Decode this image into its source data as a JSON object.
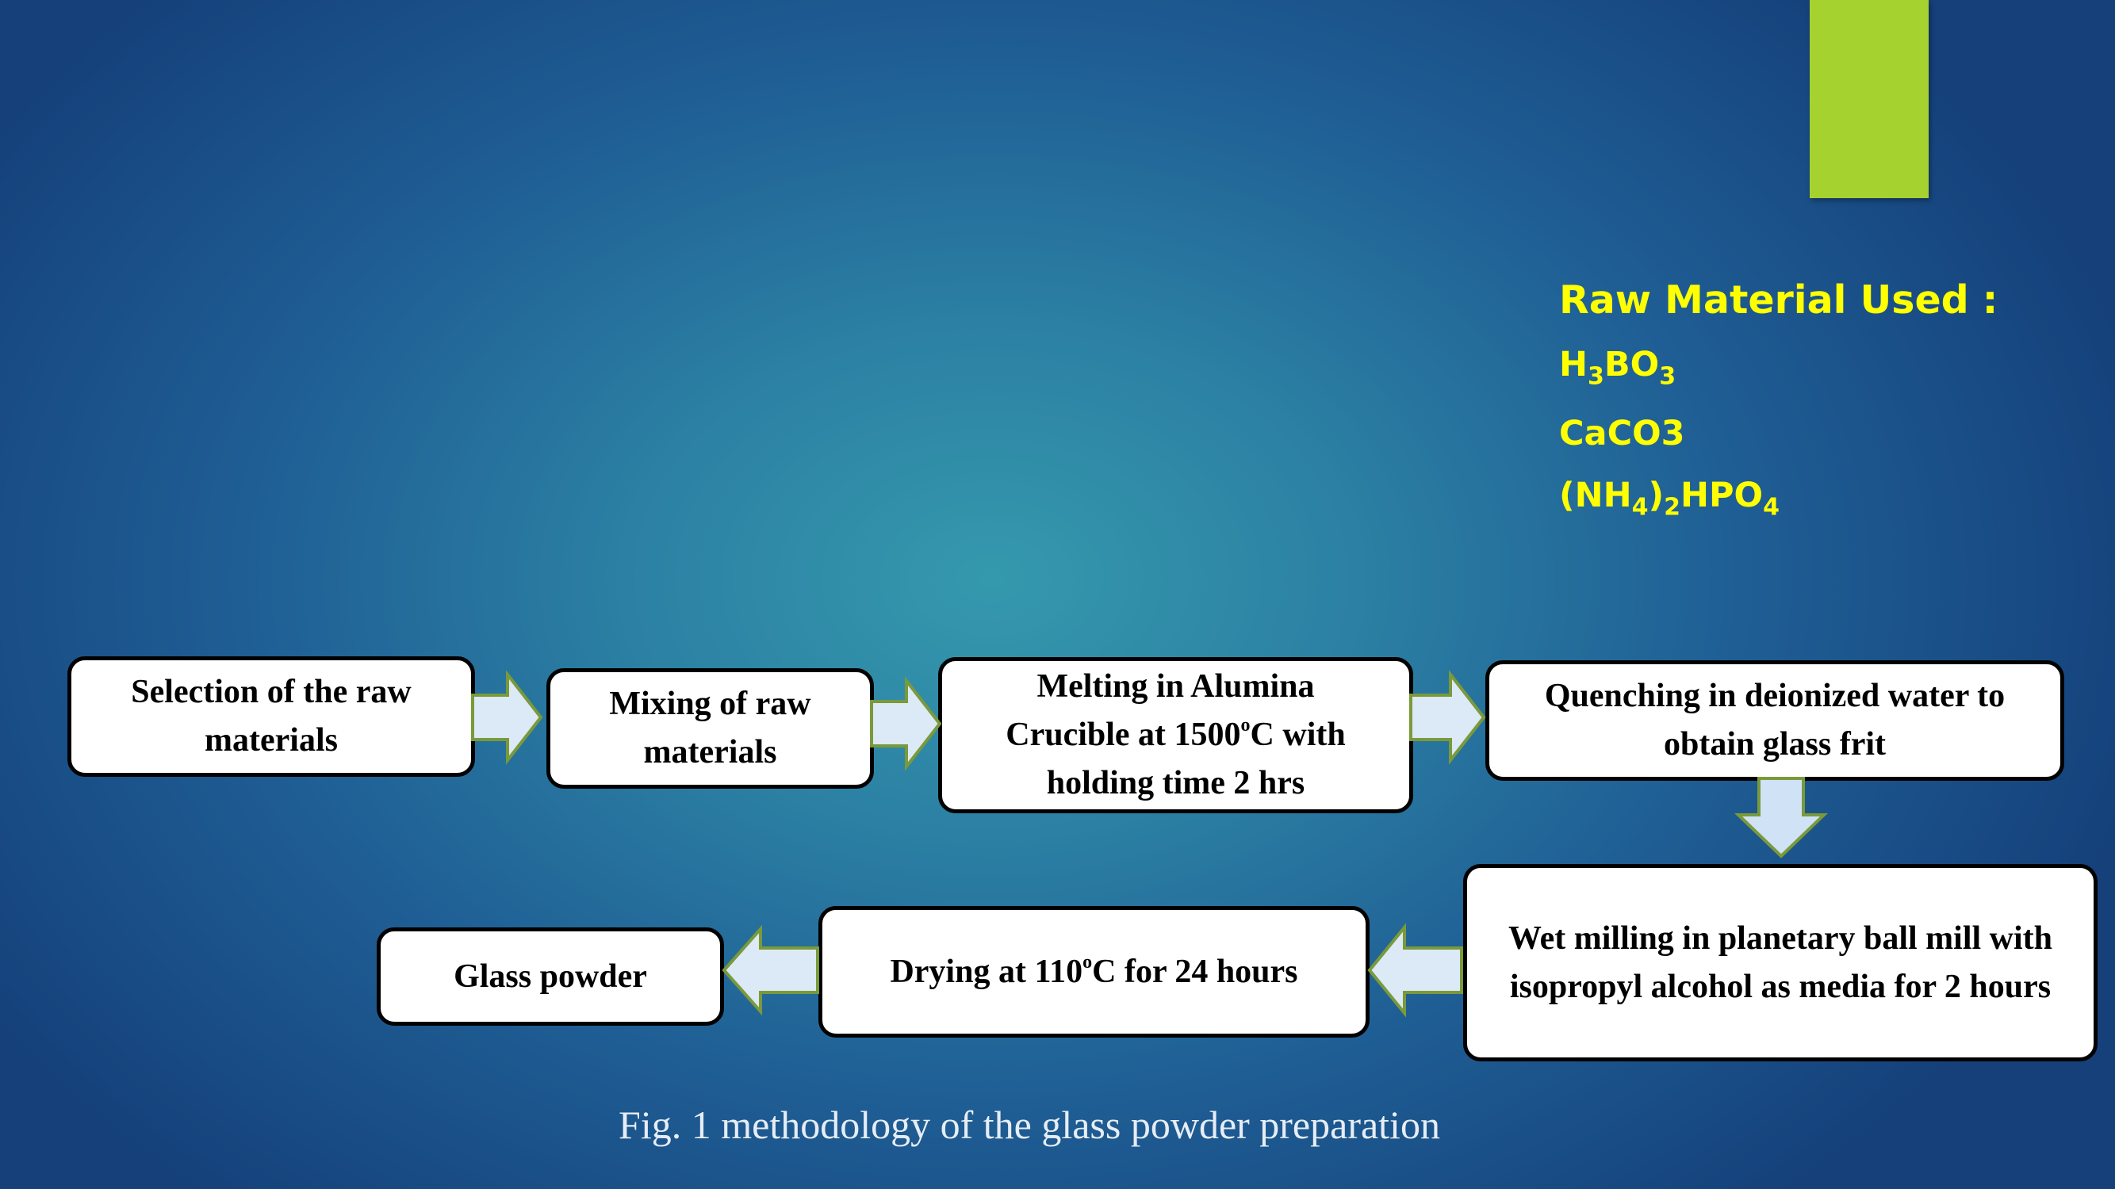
{
  "raw_materials": {
    "title": "Raw Material Used :",
    "items": [
      {
        "parts": [
          {
            "t": "H"
          },
          {
            "t": "3",
            "sub": true
          },
          {
            "t": "BO"
          },
          {
            "t": "3",
            "sub": true
          }
        ]
      },
      {
        "parts": [
          {
            "t": "CaCO3"
          }
        ]
      },
      {
        "parts": [
          {
            "t": "(NH"
          },
          {
            "t": "4",
            "sub": true
          },
          {
            "t": ")"
          },
          {
            "t": "2",
            "sub": true
          },
          {
            "t": "HPO"
          },
          {
            "t": "4",
            "sub": true
          }
        ]
      }
    ]
  },
  "steps": [
    {
      "id": "selection",
      "lines": [
        "Selection of the raw",
        "materials"
      ]
    },
    {
      "id": "mixing",
      "lines": [
        "Mixing of raw",
        "materials"
      ]
    },
    {
      "id": "melting",
      "lines": [
        "Melting in Alumina",
        "Crucible at 1500|o|C with",
        "holding time 2 hrs"
      ]
    },
    {
      "id": "quenching",
      "lines": [
        "Quenching in deionized water to",
        "obtain glass frit"
      ]
    },
    {
      "id": "wet-milling",
      "lines": [
        "Wet milling in planetary ball mill with",
        "isopropyl alcohol as media for 2 hours"
      ]
    },
    {
      "id": "drying",
      "lines": [
        "Drying at 110|o|C for 24 hours"
      ]
    },
    {
      "id": "glass-powder",
      "lines": [
        "Glass powder"
      ]
    }
  ],
  "caption": "Fig. 1  methodology of the glass powder preparation",
  "colors": {
    "accent": "#a6d230",
    "raw_text": "#ffff00",
    "arrow_fill": "#dce9f7",
    "arrow_stroke": "#7a9a3a"
  }
}
